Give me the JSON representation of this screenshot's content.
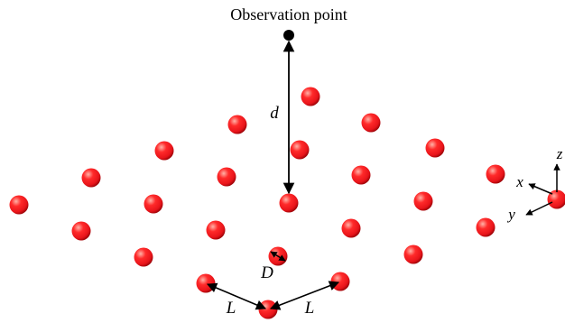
{
  "observation_label": "Observation point",
  "labels": {
    "distance": "d",
    "diameter": "D",
    "spacing_left": "L",
    "spacing_right": "L"
  },
  "axes": {
    "x": "x",
    "y": "y",
    "z": "z"
  },
  "colors": {
    "sphere_fill": "#e8141a",
    "sphere_dark": "#8a0004",
    "sphere_highlight": "#ffb3a8",
    "observation_point": "#000000",
    "arrow": "#000000"
  }
}
